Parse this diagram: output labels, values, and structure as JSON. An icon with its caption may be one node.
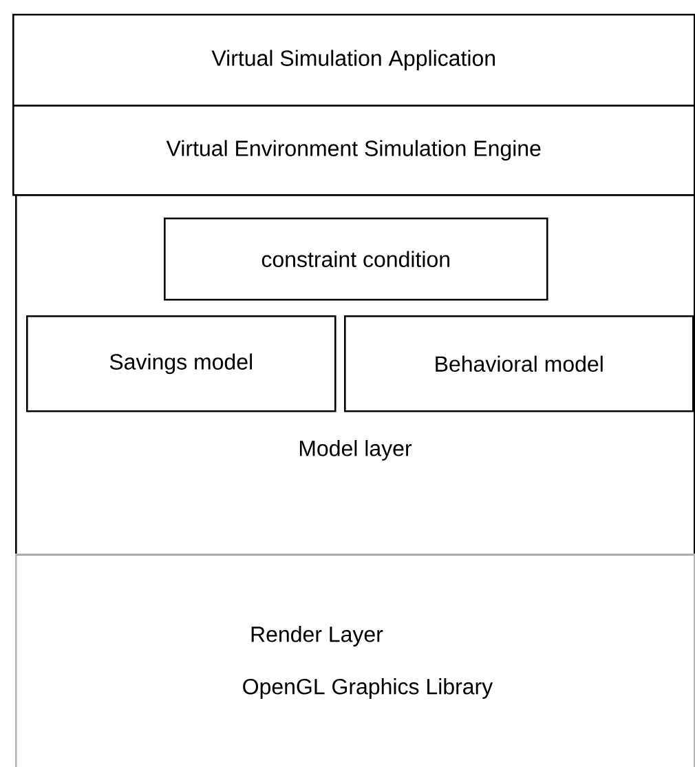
{
  "diagram": {
    "nodes": [
      {
        "text": [
          "Virtual Simulation Application"
        ]
      },
      {
        "text": [
          "Virtual Environment Simulation Engine"
        ]
      },
      {
        "text": [
          "Model layer"
        ]
      },
      {
        "text": [
          "constraint condition"
        ],
        "in": 2
      },
      {
        "text": [
          "Savings model"
        ],
        "in": 2
      },
      {
        "text": [
          "Behavioral model"
        ],
        "in": 2
      },
      {
        "text": [
          "Render Layer",
          "OpenGL Graphics Library"
        ]
      }
    ]
  }
}
